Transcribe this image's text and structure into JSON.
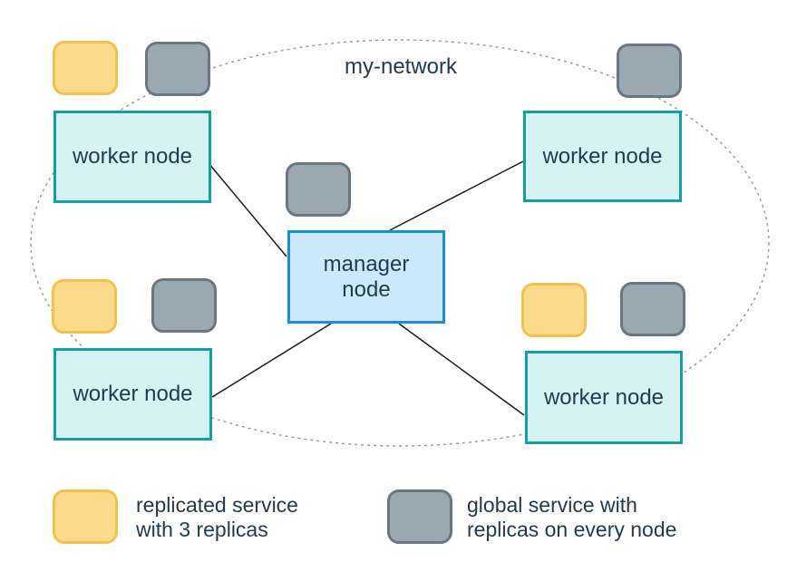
{
  "diagram": {
    "network_label": "my-network",
    "manager_node": {
      "label_lines": [
        "manager",
        "node"
      ]
    },
    "worker_nodes": [
      {
        "position": "top-left",
        "label": "worker node"
      },
      {
        "position": "top-right",
        "label": "worker node"
      },
      {
        "position": "bottom-left",
        "label": "worker node"
      },
      {
        "position": "bottom-right",
        "label": "worker node"
      }
    ],
    "legend": {
      "replicated": {
        "lines": [
          "replicated service",
          "with 3 replicas"
        ]
      },
      "global": {
        "lines": [
          "global service with",
          "replicas on every node"
        ]
      }
    },
    "colors": {
      "replicated_service_fill": "#FBDB8B",
      "replicated_service_border": "#F3C14C",
      "global_service_fill": "#9AA8B2",
      "global_service_border": "#6A7682",
      "worker_node_fill": "#D6F2F3",
      "worker_node_border": "#11A0A6",
      "manager_node_fill": "#CBE9FA",
      "manager_node_border": "#1C8FD0",
      "text": "#1D3B53",
      "network_outline": "#8C99A8",
      "link_line": "#1B1B1B"
    }
  }
}
